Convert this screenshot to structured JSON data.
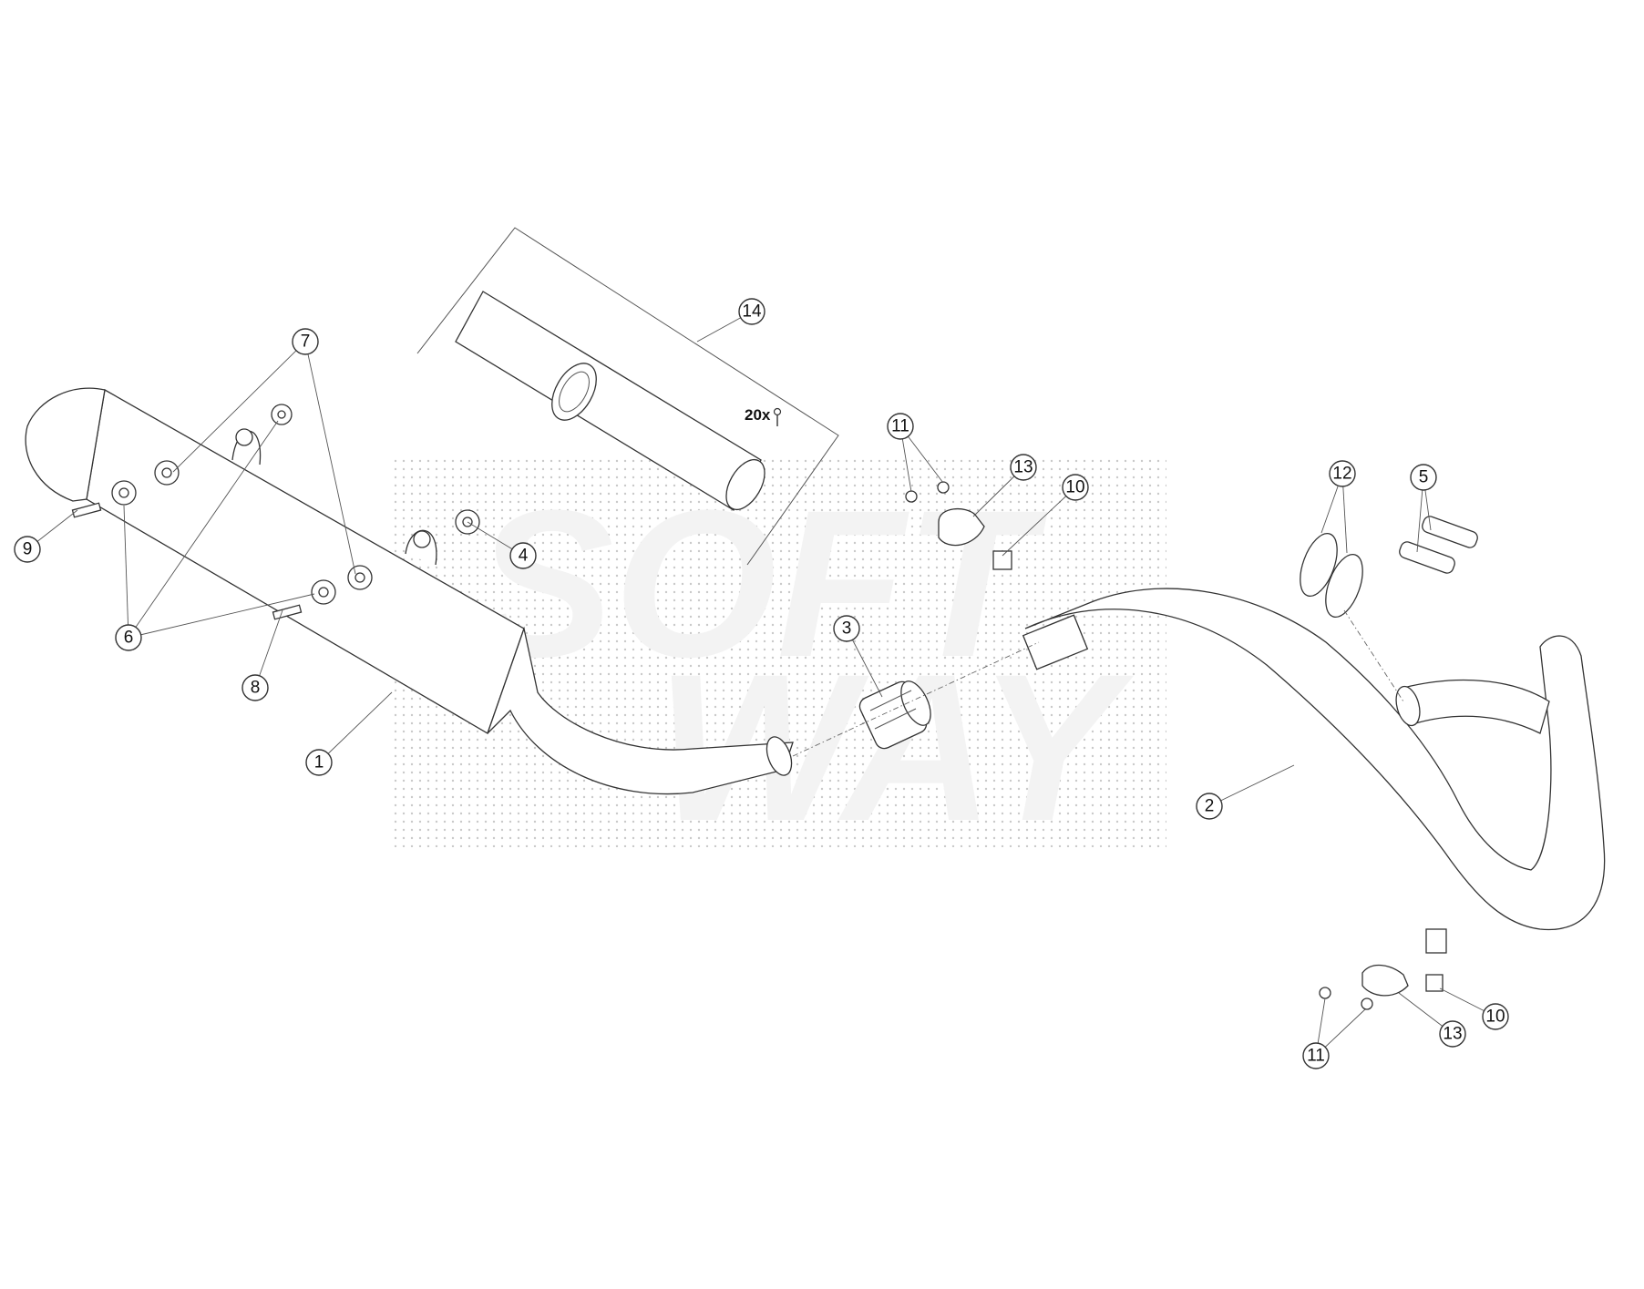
{
  "colors": {
    "line": "#333333",
    "leader": "#555555",
    "watermark": "#f1f1f1",
    "dots": "#8a8a8a"
  },
  "watermark": {
    "line1": "SOFT",
    "line2": "WAY"
  },
  "kit_note": "20x",
  "callouts": {
    "c1": "1",
    "c2": "2",
    "c3": "3",
    "c4": "4",
    "c5": "5",
    "c6": "6",
    "c7": "7",
    "c8": "8",
    "c9": "9",
    "c10a": "10",
    "c10b": "10",
    "c11a": "11",
    "c11b": "11",
    "c12": "12",
    "c13a": "13",
    "c13b": "13",
    "c14": "14"
  }
}
